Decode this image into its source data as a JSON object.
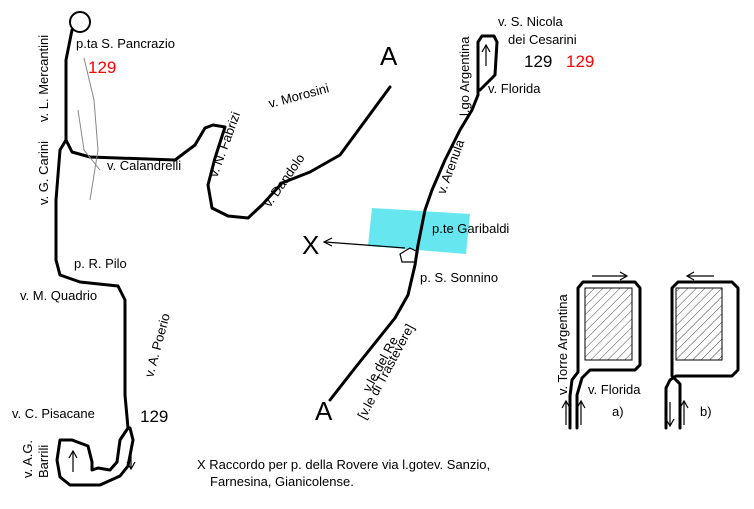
{
  "colors": {
    "route_number_red": "#ff0000",
    "bridge_cyan": "#66e6ee",
    "hatch": "#444444"
  },
  "left_map": {
    "pta_s_pancrazio": "p.ta S. Pancrazio",
    "route_number_red": "129",
    "v_l_mercantini": "v. L. Mercantini",
    "v_g_carini": "v. G. Carini",
    "v_calandrelli": "v. Calandrelli",
    "v_n_fabrizi": "v. N. Fabrizi",
    "v_morosini": "v. Morosini",
    "v_dandolo": "v. Dandolo",
    "letter_a": "A",
    "p_r_pilo": "p. R. Pilo",
    "v_m_quadrio": "v. M. Quadrio",
    "v_a_poerio": "v. A. Poerio",
    "v_c_pisacane": "v. C. Pisacane",
    "route_number_black": "129",
    "v_ag_barrili_line1": "v. A.G.",
    "v_ag_barrili_line2": "Barrili"
  },
  "right_map": {
    "v_s_nicola_line1": "v. S. Nicola",
    "v_s_nicola_line2": "dei Cesarini",
    "route_number_black": "129",
    "route_number_red": "129",
    "lgo_argentina": "l.go Argentina",
    "v_florida": "v. Florida",
    "v_arenula": "v. Arenula",
    "pte_garibaldi": "p.te Garibaldi",
    "x_mark": "X",
    "p_s_sonnino": "p. S. Sonnino",
    "vle_del_re": "v.le del Re",
    "vle_di_trastevere": "[v.le di Trastevere]",
    "letter_a": "A"
  },
  "insets": {
    "v_torre_argentina": "v. Torre Argentina",
    "v_florida": "v. Florida",
    "label_a": "a)",
    "label_b": "b)"
  },
  "note": {
    "line1": "X Raccordo per p. della Rovere via l.gotev. Sanzio,",
    "line2": "Farnesina, Gianicolense."
  }
}
